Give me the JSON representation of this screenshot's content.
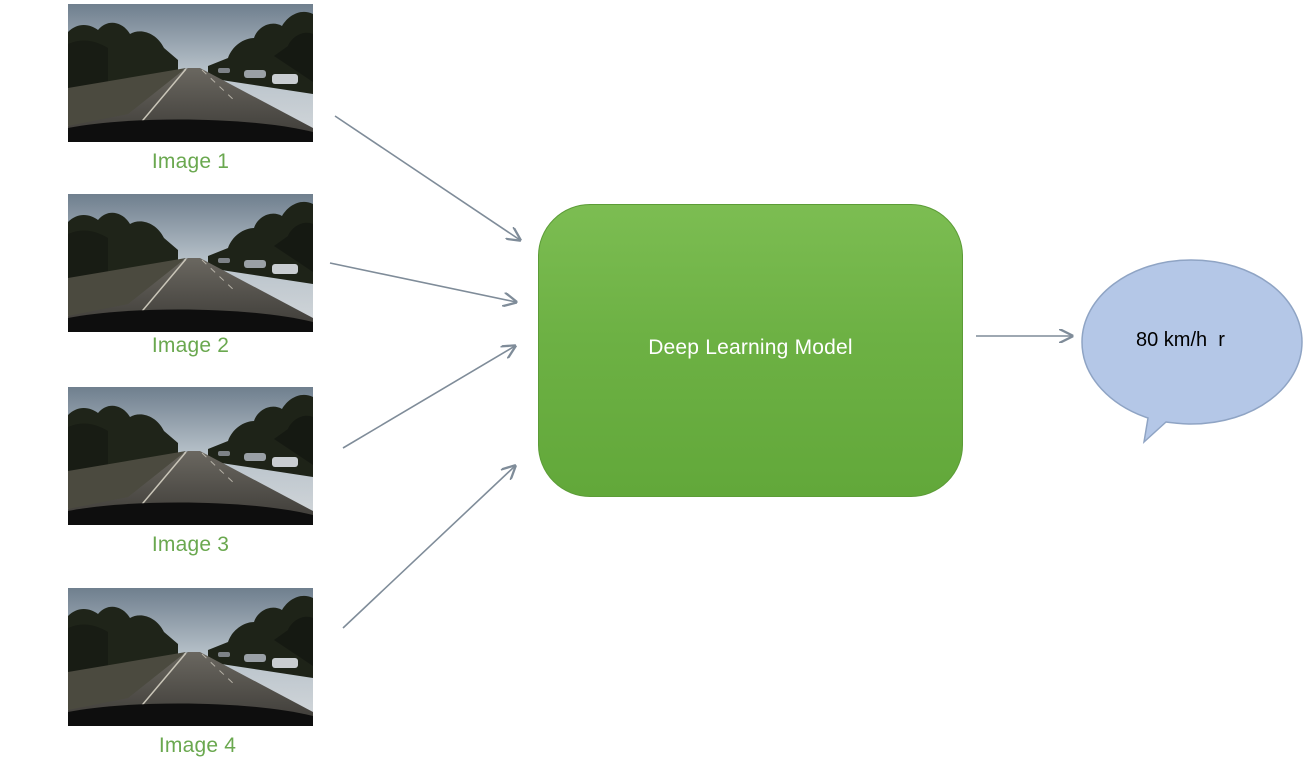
{
  "inputs": [
    {
      "label": "Image 1"
    },
    {
      "label": "Image 2"
    },
    {
      "label": "Image 3"
    },
    {
      "label": "Image 4"
    }
  ],
  "model": {
    "label": "Deep Learning Model",
    "fill": "#6db144"
  },
  "output": {
    "label": "80 km/h  r",
    "fill": "#b4c7e7"
  },
  "colors": {
    "arrow": "#7f8c99",
    "label": "#6aa84f"
  }
}
